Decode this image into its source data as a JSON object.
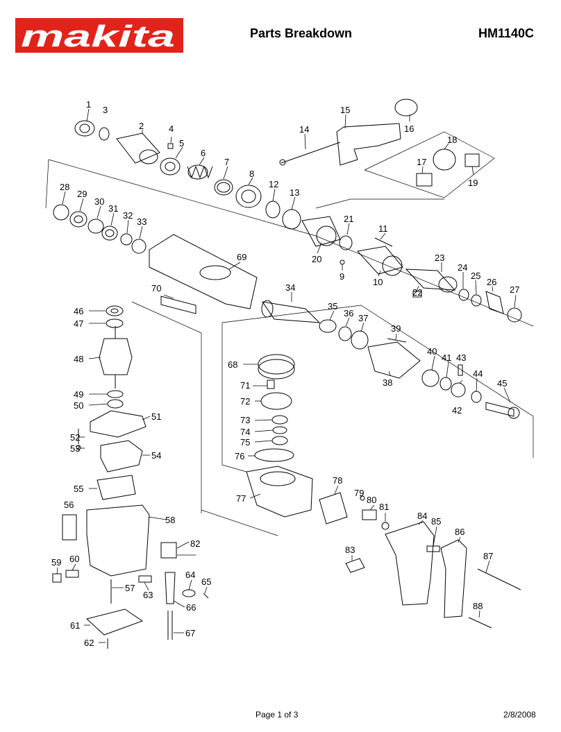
{
  "header": {
    "brand": "makita",
    "title": "Parts Breakdown",
    "model": "HM1140C"
  },
  "footer": {
    "page": "Page 1 of 3",
    "date": "2/8/2008"
  },
  "callouts": [
    "1",
    "2",
    "3",
    "4",
    "5",
    "6",
    "7",
    "8",
    "9",
    "10",
    "11",
    "12",
    "13",
    "14",
    "15",
    "16",
    "17",
    "18",
    "19",
    "20",
    "21",
    "22",
    "23",
    "24",
    "25",
    "26",
    "27",
    "28",
    "29",
    "30",
    "31",
    "32",
    "33",
    "34",
    "35",
    "36",
    "37",
    "38",
    "39",
    "40",
    "41",
    "42",
    "43",
    "44",
    "45",
    "46",
    "47",
    "48",
    "49",
    "50",
    "51",
    "52",
    "53",
    "54",
    "55",
    "56",
    "57",
    "58",
    "59",
    "60",
    "61",
    "62",
    "63",
    "64",
    "65",
    "66",
    "67",
    "68",
    "69",
    "70",
    "71",
    "72",
    "73",
    "74",
    "75",
    "76",
    "77",
    "78",
    "79",
    "80",
    "81",
    "82",
    "83",
    "84",
    "85",
    "86",
    "87",
    "88"
  ],
  "colors": {
    "brand_red": "#e2231a",
    "ink": "#000000"
  }
}
